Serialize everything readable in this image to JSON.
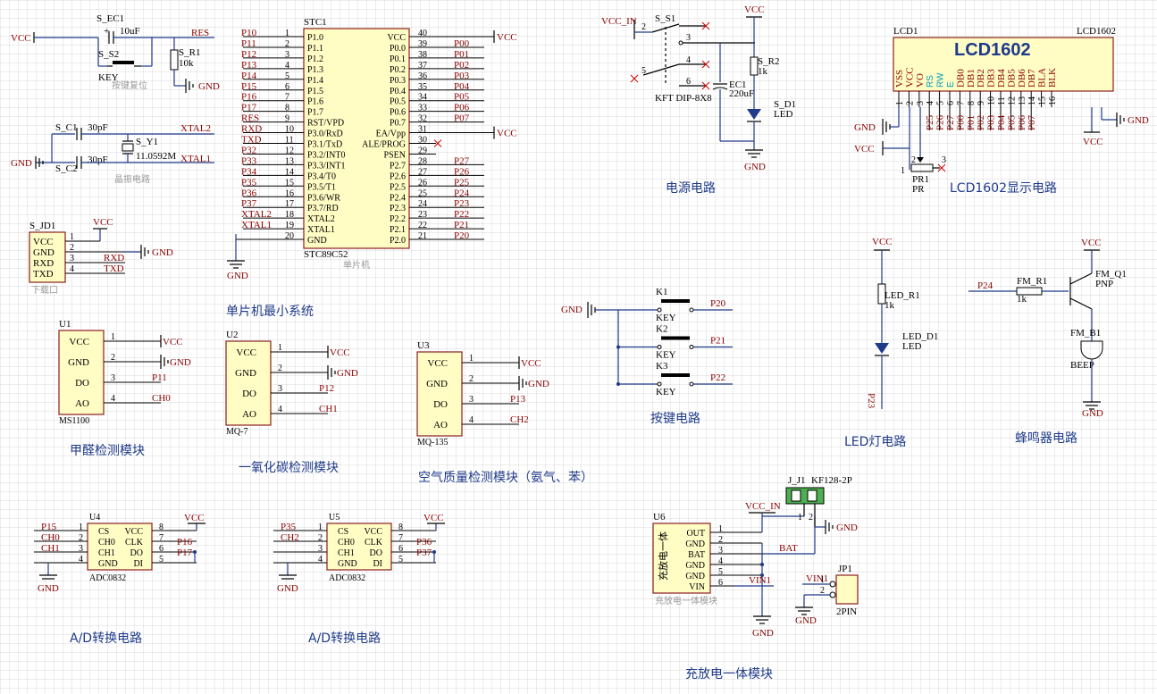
{
  "captions": {
    "mcu_system": "单片机最小系统",
    "power": "电源电路",
    "lcd": "LCD1602显示电路",
    "key": "按键电路",
    "led": "LED灯电路",
    "buzzer": "蜂鸣器电路",
    "formaldehyde": "甲醛检测模块",
    "co": "一氧化碳检测模块",
    "air_quality": "空气质量检测模块（氨气、苯）",
    "ad1": "A/D转换电路",
    "ad2": "A/D转换电路",
    "charger": "充放电一体模块"
  },
  "reset": {
    "cap_ref": "S_EC1",
    "cap_val": "10uF",
    "key_ref": "S_S2",
    "key_val": "KEY",
    "res_ref": "S_R1",
    "res_val": "10k",
    "net_res": "RES",
    "vcc": "VCC",
    "gnd": "GND",
    "note": "按键复位"
  },
  "crystal": {
    "c1_ref": "S_C1",
    "c1_val": "30pF",
    "c2_ref": "S_C2",
    "c2_val": "30pF",
    "y_ref": "S_Y1",
    "y_val": "11.0592M",
    "net1": "XTAL2",
    "net2": "XTAL1",
    "gnd": "GND",
    "note": "晶振电路"
  },
  "download": {
    "ref": "S_JD1",
    "pins": [
      "VCC",
      "GND",
      "RXD",
      "TXD"
    ],
    "nums": [
      "1",
      "2",
      "3",
      "4"
    ],
    "net_vcc": "VCC",
    "net_gnd": "GND",
    "net_rxd": "RXD",
    "net_txd": "TXD",
    "note": "下载口"
  },
  "mcu": {
    "ref": "STC1",
    "part": "STC89C52",
    "note": "单片机",
    "left": [
      {
        "net": "P10",
        "num": "1",
        "name": "P1.0"
      },
      {
        "net": "P11",
        "num": "2",
        "name": "P1.1"
      },
      {
        "net": "P12",
        "num": "3",
        "name": "P1.2"
      },
      {
        "net": "P13",
        "num": "4",
        "name": "P1.3"
      },
      {
        "net": "P14",
        "num": "5",
        "name": "P1.4"
      },
      {
        "net": "P15",
        "num": "6",
        "name": "P1.5"
      },
      {
        "net": "P16",
        "num": "7",
        "name": "P1.6"
      },
      {
        "net": "P17",
        "num": "8",
        "name": "P1.7"
      },
      {
        "net": "RES",
        "num": "9",
        "name": "RST/VPD"
      },
      {
        "net": "RXD",
        "num": "10",
        "name": "P3.0/RxD"
      },
      {
        "net": "TXD",
        "num": "11",
        "name": "P3.1/TxD"
      },
      {
        "net": "P32",
        "num": "12",
        "name": "P3.2/INT0"
      },
      {
        "net": "P33",
        "num": "13",
        "name": "P3.3/INT1"
      },
      {
        "net": "P34",
        "num": "14",
        "name": "P3.4/T0"
      },
      {
        "net": "P35",
        "num": "15",
        "name": "P3.5/T1"
      },
      {
        "net": "P36",
        "num": "16",
        "name": "P3.6/WR"
      },
      {
        "net": "P37",
        "num": "17",
        "name": "P3.7/RD"
      },
      {
        "net": "XTAL2",
        "num": "18",
        "name": "XTAL2"
      },
      {
        "net": "XTAL1",
        "num": "19",
        "name": "XTAL1"
      },
      {
        "net": "",
        "num": "20",
        "name": "GND"
      }
    ],
    "right": [
      {
        "net": "VCC",
        "num": "40",
        "name": "VCC"
      },
      {
        "net": "P00",
        "num": "39",
        "name": "P0.0"
      },
      {
        "net": "P01",
        "num": "38",
        "name": "P0.1"
      },
      {
        "net": "P02",
        "num": "37",
        "name": "P0.2"
      },
      {
        "net": "P03",
        "num": "36",
        "name": "P0.3"
      },
      {
        "net": "P04",
        "num": "35",
        "name": "P0.4"
      },
      {
        "net": "P05",
        "num": "34",
        "name": "P0.5"
      },
      {
        "net": "P06",
        "num": "33",
        "name": "P0.6"
      },
      {
        "net": "P07",
        "num": "32",
        "name": "P0.7"
      },
      {
        "net": "VCC",
        "num": "31",
        "name": "EA/Vpp"
      },
      {
        "net": "",
        "num": "30",
        "name": "ALE/PROG"
      },
      {
        "net": "",
        "num": "29",
        "name": "PSEN"
      },
      {
        "net": "P27",
        "num": "28",
        "name": "P2.7"
      },
      {
        "net": "P26",
        "num": "27",
        "name": "P2.6"
      },
      {
        "net": "P25",
        "num": "26",
        "name": "P2.5"
      },
      {
        "net": "P24",
        "num": "25",
        "name": "P2.4"
      },
      {
        "net": "P23",
        "num": "24",
        "name": "P2.3"
      },
      {
        "net": "P22",
        "num": "23",
        "name": "P2.2"
      },
      {
        "net": "P21",
        "num": "22",
        "name": "P2.1"
      },
      {
        "net": "P20",
        "num": "21",
        "name": "P2.0"
      }
    ],
    "gnd": "GND"
  },
  "sensors": [
    {
      "ref": "U1",
      "part": "MS1100",
      "pins": [
        "VCC",
        "GND",
        "DO",
        "AO"
      ],
      "nums": [
        "1",
        "2",
        "3",
        "4"
      ],
      "nets": [
        "VCC",
        "GND",
        "P11",
        "CH0"
      ]
    },
    {
      "ref": "U2",
      "part": "MQ-7",
      "pins": [
        "VCC",
        "GND",
        "DO",
        "AO"
      ],
      "nums": [
        "1",
        "2",
        "3",
        "4"
      ],
      "nets": [
        "VCC",
        "GND",
        "P12",
        "CH1"
      ]
    },
    {
      "ref": "U3",
      "part": "MQ-135",
      "pins": [
        "VCC",
        "GND",
        "DO",
        "AO"
      ],
      "nums": [
        "1",
        "2",
        "3",
        "4"
      ],
      "nets": [
        "VCC",
        "GND",
        "P13",
        "CH2"
      ]
    }
  ],
  "adcs": [
    {
      "ref": "U4",
      "part": "ADC0832",
      "lnames": [
        "CS",
        "CH0",
        "CH1",
        "GND"
      ],
      "rnames": [
        "VCC",
        "CLK",
        "DO",
        "DI"
      ],
      "lnums": [
        "1",
        "2",
        "3",
        "4"
      ],
      "rnums": [
        "8",
        "7",
        "6",
        "5"
      ],
      "lnets": [
        "P15",
        "CH0",
        "CH1",
        ""
      ],
      "rnets": [
        "VCC",
        "P16",
        "P17",
        ""
      ],
      "gnd": "GND"
    },
    {
      "ref": "U5",
      "part": "ADC0832",
      "lnames": [
        "CS",
        "CH0",
        "CH1",
        "GND"
      ],
      "rnames": [
        "VCC",
        "CLK",
        "DO",
        "DI"
      ],
      "lnums": [
        "1",
        "2",
        "3",
        "4"
      ],
      "rnums": [
        "8",
        "7",
        "6",
        "5"
      ],
      "lnets": [
        "P35",
        "CH2",
        "",
        ""
      ],
      "rnets": [
        "VCC",
        "P36",
        "P37",
        ""
      ],
      "gnd": "GND"
    }
  ],
  "power": {
    "vcc_in": "VCC_IN",
    "sw_ref": "S_S1",
    "sw_part": "KFT DIP-8X8",
    "sw_nums": [
      "2",
      "3",
      "4",
      "5",
      "6"
    ],
    "r_ref": "S_R2",
    "r_val": "1k",
    "c_ref": "EC1",
    "c_val": "220uF",
    "d_ref": "S_D1",
    "d_val": "LED",
    "vcc": "VCC",
    "gnd": "GND"
  },
  "lcd": {
    "ref": "LCD1",
    "ref2": "LCD1602",
    "title": "LCD1602",
    "pins": [
      "VSS",
      "VCC",
      "VO",
      "RS",
      "RW",
      "E",
      "DB0",
      "DB1",
      "DB2",
      "DB3",
      "DB4",
      "DB5",
      "DB6",
      "DB7",
      "BLA",
      "BLK"
    ],
    "nums": [
      "1",
      "2",
      "3",
      "4",
      "5",
      "6",
      "7",
      "8",
      "9",
      "10",
      "11",
      "12",
      "13",
      "14",
      "15",
      "16"
    ],
    "nets": [
      "",
      "",
      "",
      "P25",
      "P26",
      "P27",
      "P00",
      "P01",
      "P02",
      "P03",
      "P04",
      "P05",
      "P06",
      "P07",
      "",
      ""
    ],
    "gnd": "GND",
    "vcc": "VCC",
    "gnd2": "GND",
    "vcc2": "VCC",
    "pr_ref": "PR1",
    "pr_val": "PR",
    "pr_pins": [
      "1",
      "2",
      "3"
    ]
  },
  "keys": {
    "gnd": "GND",
    "items": [
      {
        "ref": "K1",
        "val": "KEY",
        "net": "P20"
      },
      {
        "ref": "K2",
        "val": "KEY",
        "net": "P21"
      },
      {
        "ref": "K3",
        "val": "KEY",
        "net": "P22"
      }
    ]
  },
  "ledc": {
    "vcc": "VCC",
    "r_ref": "LED_R1",
    "r_val": "1k",
    "d_ref": "LED_D1",
    "d_val": "LED",
    "net": "P23"
  },
  "buzzer": {
    "vcc": "VCC",
    "net": "P24",
    "r_ref": "FM_R1",
    "r_val": "1k",
    "q_ref": "FM_Q1",
    "q_val": "PNP",
    "b_ref": "FM_B1",
    "b_val": "BEEP",
    "gnd": "GND"
  },
  "charger": {
    "ref": "U6",
    "name": "充放电一体",
    "note": "充放电一体模块",
    "pins": [
      "OUT",
      "GND",
      "BAT",
      "GND",
      "GND",
      "VIN"
    ],
    "nums": [
      "1",
      "2",
      "3",
      "4",
      "5",
      "6"
    ],
    "vcc_in": "VCC_IN",
    "bat": "BAT",
    "vin": "VIN1",
    "gnd": "GND",
    "j_ref": "J_J1",
    "j_part": "KF128-2P",
    "j_nums": [
      "1",
      "2"
    ],
    "j_gnd": "GND",
    "jp_ref": "JP1",
    "jp_part": "2PIN",
    "jp_vin": "VIN1",
    "jp_nums": [
      "1",
      "2"
    ],
    "jp_gnd": "GND"
  }
}
